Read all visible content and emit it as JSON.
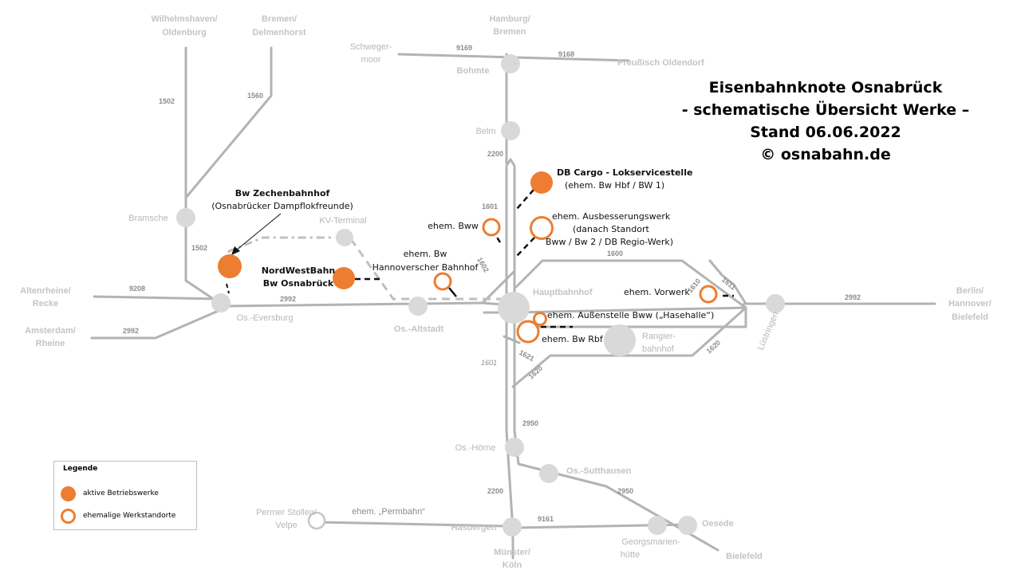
{
  "title": {
    "line1": "Eisenbahnknote Osnabrück",
    "line2": "- schematische Übersicht Werke –",
    "line3": "Stand 06.06.2022",
    "line4": "© osnabahn.de"
  },
  "legend": {
    "heading": "Legende",
    "active_label": "aktive Betriebswerke",
    "former_label": "ehemalige Werkstandorte",
    "active_color": "#ed7d31",
    "former_color": "#ed7d31"
  },
  "stations": {
    "bohmte": "Bohmte",
    "belm": "Belm",
    "bramsche": "Bramsche",
    "kv_terminal": "KV-Terminal",
    "eversburg": "Os.-Eversburg",
    "altstadt": "Os.-Altstadt",
    "hauptbahnhof": "Hauptbahnhof",
    "rangier_1": "Rangier-",
    "rangier_2": "bahnhof",
    "luestringen": "Lüstringen",
    "hoerne": "Os.-Hörne",
    "sutthausen": "Os.-Sutthausen",
    "hasbergen": "Hasbergen",
    "georgsmarien_1": "Georgsmarien-",
    "georgsmarien_2": "hütte",
    "oesede": "Oesede",
    "permer_1": "Permer Stollen/",
    "permer_2": "Velpe",
    "permbahn": "ehem. „Permbahn“"
  },
  "destinations": {
    "wilhelmshaven_1": "Wilhelmshaven/",
    "wilhelmshaven_2": "Oldenburg",
    "bremen_1": "Bremen/",
    "bremen_2": "Delmenhorst",
    "hamburg_1": "Hamburg/",
    "hamburg_2": "Bremen",
    "schwegermoor_1": "Schweger-",
    "schwegermoor_2": "moor",
    "preussisch": "Preußisch Oldendorf",
    "altenrheine_1": "Altenrheine/",
    "altenrheine_2": "Recke",
    "amsterdam_1": "Amsterdam/",
    "amsterdam_2": "Rheine",
    "berlin_1": "Berlin/",
    "berlin_2": "Hannover/",
    "berlin_3": "Bielefeld",
    "muenster_1": "Münster/",
    "muenster_2": "Köln",
    "bielefeld": "Bielefeld"
  },
  "lines": {
    "l9169": "9169",
    "l9168": "9168",
    "l1502a": "1502",
    "l1560": "1560",
    "l2200a": "2200",
    "l1601a": "1601",
    "l1602": "1602",
    "l1502b": "1502",
    "l9208": "9208",
    "l2992a": "2992",
    "l2992b": "2992",
    "l1600": "1600",
    "l1610": "1610",
    "l1611": "1611",
    "l2992c": "2992",
    "l1601b": "1601",
    "l1621": "1621",
    "l1620a": "1620",
    "l1620b": "1620",
    "l2950a": "2950",
    "l2200b": "2200",
    "l9161": "9161",
    "l2950b": "2950"
  },
  "works": {
    "zechen_1": "Bw Zechenbahnhof",
    "zechen_2": "(Osnabrücker Dampflokfreunde)",
    "nwb_1": "NordWestBahn",
    "nwb_2": "Bw Osnabrück",
    "hannov_1": "ehem. Bw",
    "hannov_2": "Hannoverscher Bahnhof",
    "bww": "ehem. Bww",
    "dbcargo_1": "DB Cargo - Lokservicestelle",
    "dbcargo_2": "(ehem. Bw Hbf / BW 1)",
    "aw_1": "ehem. Ausbesserungswerk",
    "aw_2": "(danach Standort",
    "aw_3": "Bww / Bw 2 / DB Regio-Werk)",
    "vorwerk": "ehem. Vorwerk",
    "hasehalle": "ehem. Außenstelle Bww („Hasehalle“)",
    "bwrbf": "ehem. Bw Rbf"
  }
}
